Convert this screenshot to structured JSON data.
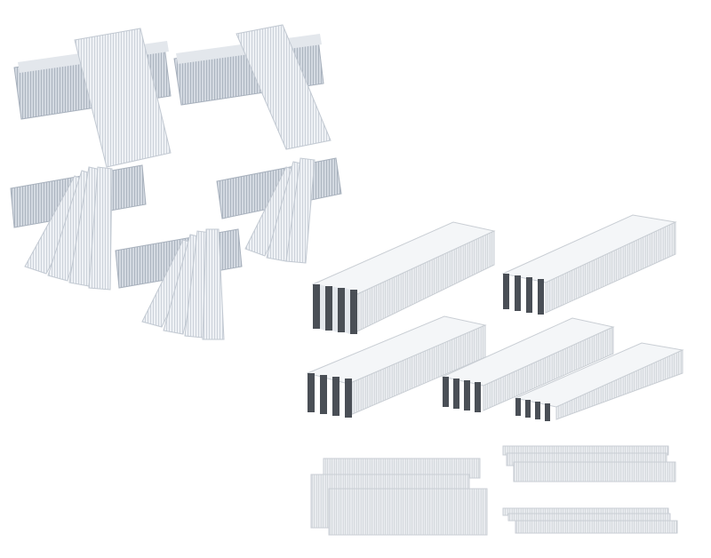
{
  "image": {
    "subject": "",
    "background_color": "#ffffff",
    "colors": {
      "brad_light": "#eef1f5",
      "brad_mid": "#d3d9e1",
      "brad_dark": "#a8b1bd",
      "staple_face": "#e9ecef",
      "staple_side": "#c9ced4",
      "staple_shadow": "#4a4f56",
      "line": "#b4bcc6"
    },
    "groups": [
      {
        "name": "brad-nail-strips-flat",
        "count": 2
      },
      {
        "name": "brad-nail-strips-fanned",
        "count": 3
      },
      {
        "name": "crown-staple-sticks-upright",
        "count": 5
      },
      {
        "name": "staple-sticks-flat-stacked",
        "count": 2
      }
    ]
  }
}
